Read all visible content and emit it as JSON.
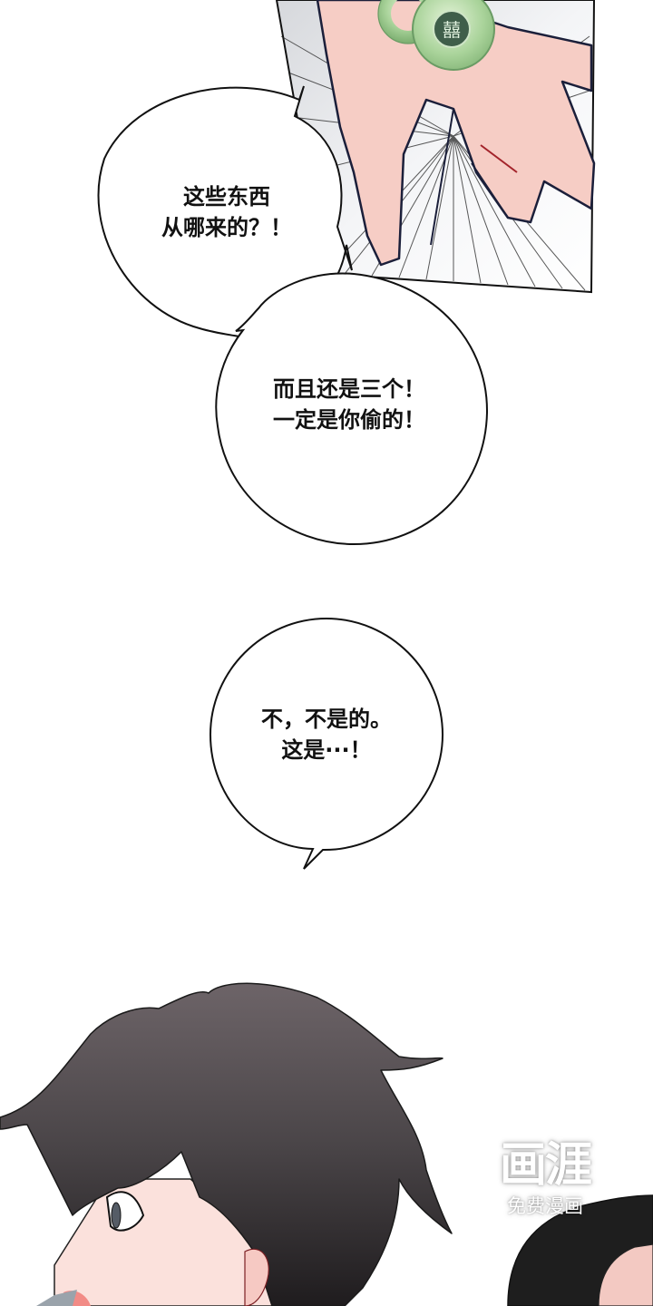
{
  "comic": {
    "panels": [
      {
        "id": "hand-panel",
        "description": "Hand holding jade pendants with double-happiness symbol",
        "jade_color": "#a9d39a",
        "skin_color": "#f6cdc5"
      },
      {
        "id": "character-panel",
        "description": "Dark-haired character looking sideways",
        "hair_color": "#4a4548"
      }
    ],
    "bubbles": [
      {
        "id": "bubble-1",
        "lines": [
          "这些东西",
          "从哪来的？！"
        ]
      },
      {
        "id": "bubble-2",
        "lines": [
          "而且还是三个！",
          "一定是你偷的！"
        ]
      },
      {
        "id": "bubble-3",
        "lines": [
          "不，不是的。",
          "这是···！"
        ]
      }
    ],
    "watermark": {
      "logo": "画涯",
      "subtitle": "免费漫画"
    }
  }
}
